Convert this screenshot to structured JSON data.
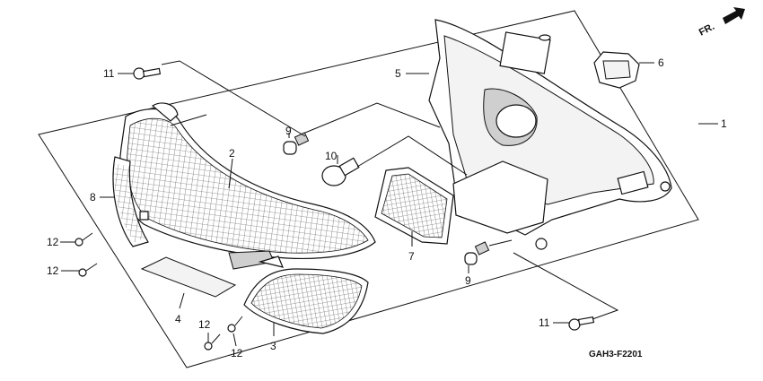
{
  "direction_label": "FR.",
  "diagram_code": "GAH3-F2201",
  "callouts": {
    "c1": "1",
    "c2": "2",
    "c3": "3",
    "c4": "4",
    "c5": "5",
    "c6": "6",
    "c7": "7",
    "c8": "8",
    "c9a": "9",
    "c9b": "9",
    "c10": "10",
    "c11a": "11",
    "c11b": "11",
    "c12a": "12",
    "c12b": "12",
    "c12c": "12",
    "c12d": "12"
  },
  "colors": {
    "line": "#111111",
    "lens_tint": "#cfcfcf",
    "background": "#ffffff"
  },
  "icons": {
    "direction": "arrow-right-icon"
  }
}
